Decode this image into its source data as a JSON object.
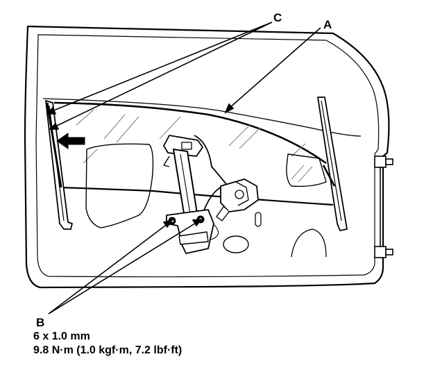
{
  "callouts": {
    "a": "A",
    "b": "B",
    "c": "C"
  },
  "spec": {
    "bolt_size": "6 x 1.0 mm",
    "torque": "9.8 N·m (1.0 kgf·m, 7.2 lbf·ft)"
  },
  "colors": {
    "ink": "#000000",
    "paper": "#ffffff",
    "hatch": "#8a8a8a"
  },
  "icons": {
    "direction_arrow": "bold-left-arrow"
  }
}
